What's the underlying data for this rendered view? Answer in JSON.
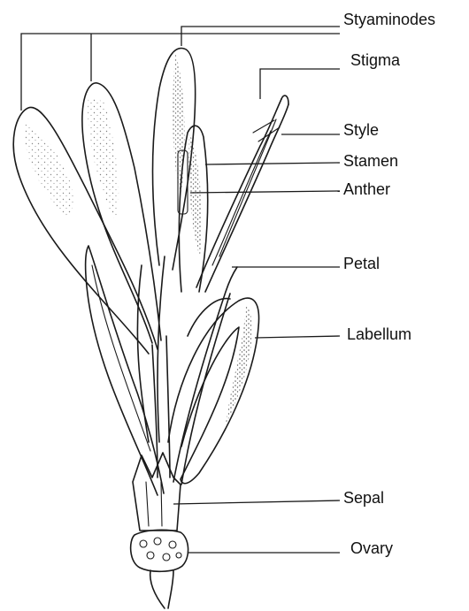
{
  "labels": {
    "styaminodes": "Styaminodes",
    "stigma": "Stigma",
    "style": "Style",
    "stamen": "Stamen",
    "anther": "Anther",
    "petal": "Petal",
    "labellum": "Labellum",
    "sepal": "Sepal",
    "ovary": "Ovary"
  }
}
